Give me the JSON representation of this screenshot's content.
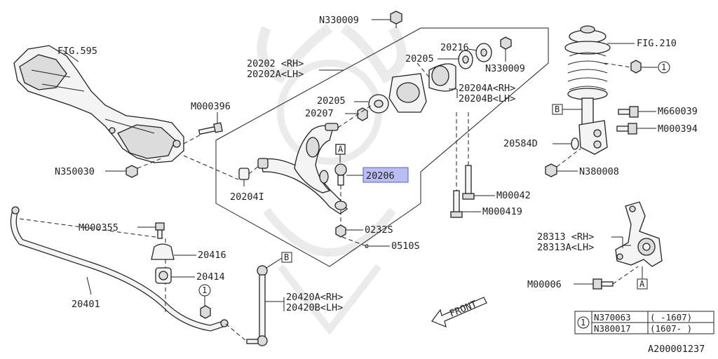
{
  "parts": {
    "fig595": "FIG.595",
    "m000396": "M000396",
    "n350030": "N350030",
    "n330009_top": "N330009",
    "p20202": "20202 <RH>",
    "p20202a": "20202A<LH>",
    "p20216": "20216",
    "p20205_top": "20205",
    "n330009_right": "N330009",
    "p20204a": "20204A<RH>",
    "p20204b": "20204B<LH>",
    "p20205_mid": "20205",
    "p20207": "20207",
    "p20206": "20206",
    "p20204i": "20204I",
    "p0232s": "0232S",
    "p0510s": "0510S",
    "m00042": "M00042",
    "m000419": "M000419",
    "fig210": "FIG.210",
    "m660039": "M660039",
    "m000394": "M000394",
    "p20584d": "20584D",
    "n380008": "N380008",
    "m000355": "M000355",
    "p20416": "20416",
    "p20414": "20414",
    "p20401": "20401",
    "p20420a": "20420A<RH>",
    "p20420b": "20420B<LH>",
    "p28313": "28313 <RH>",
    "p28313a": "28313A<LH>",
    "m00006": "M00006",
    "front": "FRONT",
    "diagram_id": "A200001237"
  },
  "callouts": {
    "A": "A",
    "B": "B",
    "one": "1"
  },
  "legend": {
    "key": "1",
    "rows": [
      {
        "part": "N370063",
        "range": "( -1607)"
      },
      {
        "part": "N380017",
        "range": "(1607- )"
      }
    ]
  },
  "colors": {
    "highlight_fill": "#b9bdf2",
    "highlight_stroke": "#5a5fc8",
    "line": "#222222"
  }
}
